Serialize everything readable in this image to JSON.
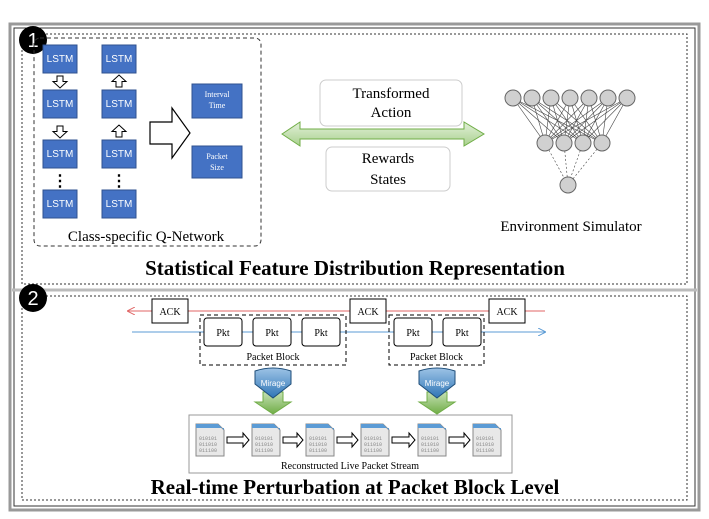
{
  "badges": {
    "one": "1",
    "two": "2"
  },
  "q_network": {
    "cell_label": "LSTM",
    "dots": "⋮",
    "caption": "Class-specific Q-Network",
    "outputs": {
      "interval": "Interval Time",
      "interval_l1": "Interval",
      "interval_l2": "Time",
      "packet_l1": "Packet",
      "packet_l2": "Size"
    }
  },
  "exchange": {
    "top_l1": "Transformed",
    "top_l2": "Action",
    "bottom_l1": "Rewards",
    "bottom_l2": "States"
  },
  "simulator": {
    "caption": "Environment Simulator"
  },
  "section1_title": "Statistical Feature Distribution Representation",
  "section2_title": "Real-time Perturbation at Packet Block Level",
  "packets": {
    "ack": "ACK",
    "pkt": "Pkt",
    "block_caption": "Packet Block",
    "mirage": "Mirage",
    "stream_caption": "Reconstructed Live Packet Stream",
    "bits_l1": "010101",
    "bits_l2": "011010",
    "bits_l3": "011100"
  },
  "colors": {
    "lstm": "#4472c4",
    "lstm_edge": "#2f528f",
    "arrow_green": "#a9d18e",
    "mirage": "#5b9bd5",
    "ack_red": "#e06666",
    "flow_blue": "#5b9bd5"
  }
}
